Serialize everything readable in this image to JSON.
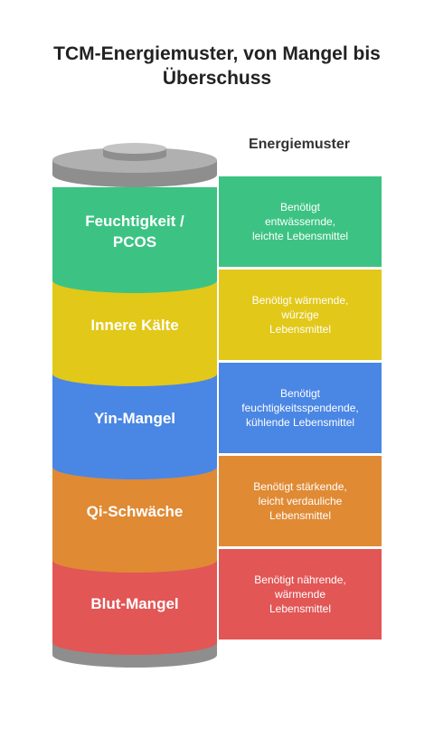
{
  "title": [
    "TCM-Energiemuster, von Mangel bis",
    "Überschuss"
  ],
  "column_heading": "Energiemuster",
  "colors": {
    "feuchtigkeit": "#3cc383",
    "kaelte": "#e2c818",
    "yin": "#4a86e4",
    "qi": "#e08a34",
    "blut": "#e25656",
    "cap": "#9a9a9a"
  },
  "segments": [
    {
      "label": [
        "Feuchtigkeit /",
        "PCOS"
      ],
      "description": [
        "Benötigt",
        "entwässernde,",
        "leichte Lebensmittel"
      ]
    },
    {
      "label": [
        "Innere Kälte"
      ],
      "description": [
        "Benötigt wärmende,",
        "würzige",
        "Lebensmittel"
      ]
    },
    {
      "label": [
        "Yin-Mangel"
      ],
      "description": [
        "Benötigt",
        "feuchtigkeitsspendende,",
        "kühlende Lebensmittel"
      ]
    },
    {
      "label": [
        "Qi-Schwäche"
      ],
      "description": [
        "Benötigt stärkende,",
        "leicht verdauliche",
        "Lebensmittel"
      ]
    },
    {
      "label": [
        "Blut-Mangel"
      ],
      "description": [
        "Benötigt nährende,",
        "wärmende",
        "Lebensmittel"
      ]
    }
  ]
}
